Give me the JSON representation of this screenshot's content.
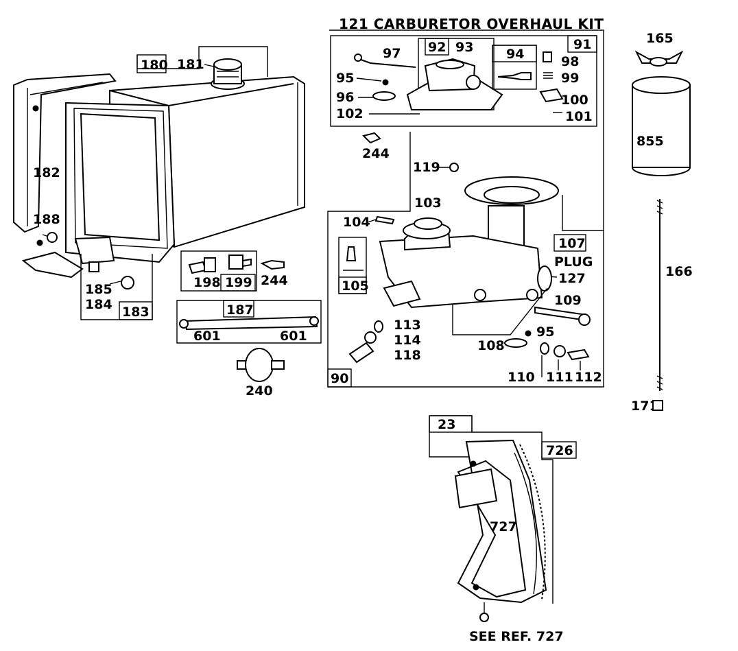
{
  "diagram": {
    "title": "121 CARBURETOR OVERHAUL KIT",
    "refs": {
      "r23": "23",
      "r90": "90",
      "r91": "91",
      "r92": "92",
      "r93": "93",
      "r94": "94",
      "r95a": "95",
      "r95b": "95",
      "r96": "96",
      "r97": "97",
      "r98": "98",
      "r99": "99",
      "r100": "100",
      "r101": "101",
      "r102": "102",
      "r103": "103",
      "r104": "104",
      "r105": "105",
      "r107": "107",
      "plug": "PLUG",
      "r127": "127",
      "r108": "108",
      "r109": "109",
      "r110": "110",
      "r111": "111",
      "r112": "112",
      "r113": "113",
      "r114": "114",
      "r118": "118",
      "r119": "119",
      "r165": "165",
      "r166": "166",
      "r171": "171",
      "r180": "180",
      "r181": "181",
      "r182": "182",
      "r183": "183",
      "r184": "184",
      "r185": "185",
      "r187": "187",
      "r188": "188",
      "r198": "198",
      "r199": "199",
      "r240": "240",
      "r244a": "244",
      "r244b": "244",
      "r601a": "601",
      "r601b": "601",
      "r726": "726",
      "r727": "727",
      "r855": "855",
      "see_ref": "SEE REF. 727"
    }
  }
}
